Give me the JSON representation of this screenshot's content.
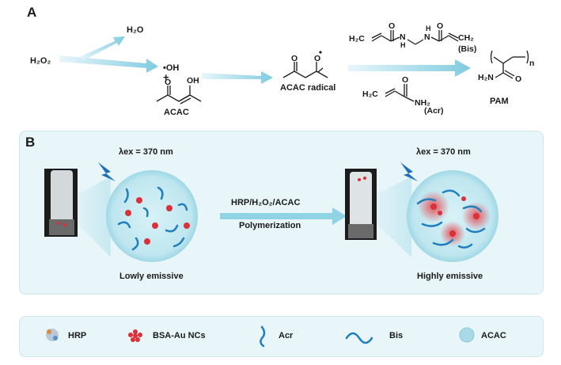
{
  "panel_a": {
    "letter": "A",
    "h2o2": "H₂O₂",
    "water": "H₂O",
    "oh_radical": "•OH",
    "plus": "+",
    "acac": "ACAC",
    "acac_radical": "ACAC radical",
    "bis_label": "(Bis)",
    "acr_label": "(Acr)",
    "pam": "PAM",
    "n_subscript": "n",
    "h2c": "H₂C",
    "ch2": "CH₂",
    "o": "O",
    "oh": "OH",
    "nh": "N",
    "h": "H",
    "nh2": "NH₂",
    "h2n": "H₂N"
  },
  "panel_b": {
    "letter": "B",
    "excitation_left": "λex = 370 nm",
    "excitation_right": "λex = 370 nm",
    "reaction_top": "HRP/H₂O₂/ACAC",
    "reaction_bottom": "Polymerization",
    "left_caption": "Lowly emissive",
    "right_caption": "Highly emissive"
  },
  "legend": {
    "hrp": "HRP",
    "bsa": "BSA-Au NCs",
    "acr": "Acr",
    "bis": "Bis",
    "acac": "ACAC"
  },
  "colors": {
    "arrow_cyan": "#8fd3e4",
    "panel_bg": "#e6f4f8",
    "sphere": "#bfe6ef",
    "strand_blue": "#1f7fbf",
    "red_dot": "#d9303a",
    "lightning": "#1e6fb5"
  }
}
